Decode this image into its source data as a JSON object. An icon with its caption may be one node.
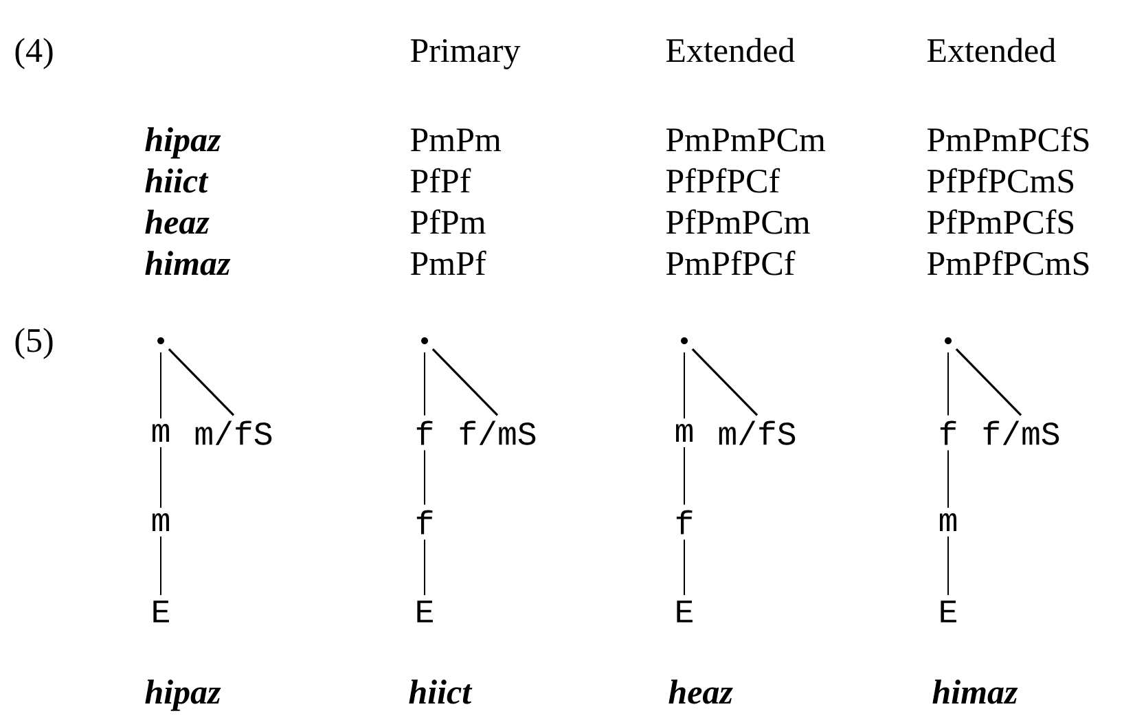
{
  "diagram": {
    "nodes": [
      {
        "text": [],
        "shape": "circle"
      },
      {
        "text": [
          "m"
        ]
      },
      {
        "text": [
          "m/fS"
        ]
      },
      {
        "text": [
          "m"
        ]
      },
      {
        "text": [
          "E"
        ]
      },
      {
        "text": [],
        "shape": "circle"
      },
      {
        "text": [
          "f"
        ]
      },
      {
        "text": [
          "f/mS"
        ]
      },
      {
        "text": [
          "f"
        ]
      },
      {
        "text": [
          "E"
        ]
      },
      {
        "text": [],
        "shape": "circle"
      },
      {
        "text": [
          "m"
        ]
      },
      {
        "text": [
          "m/fS"
        ]
      },
      {
        "text": [
          "f"
        ]
      },
      {
        "text": [
          "E"
        ]
      },
      {
        "text": [],
        "shape": "circle"
      },
      {
        "text": [
          "f"
        ]
      },
      {
        "text": [
          "f/mS"
        ]
      },
      {
        "text": [
          "m"
        ]
      },
      {
        "text": [
          "E"
        ]
      }
    ],
    "edges": [
      {
        "from": 0,
        "to": 1,
        "arrow": "none"
      },
      {
        "from": 0,
        "to": 2,
        "arrow": "none"
      },
      {
        "from": 1,
        "to": 3,
        "arrow": "none"
      },
      {
        "from": 3,
        "to": 4,
        "arrow": "none"
      },
      {
        "from": 5,
        "to": 6,
        "arrow": "none"
      },
      {
        "from": 5,
        "to": 7,
        "arrow": "none"
      },
      {
        "from": 6,
        "to": 8,
        "arrow": "none"
      },
      {
        "from": 8,
        "to": 9,
        "arrow": "none"
      },
      {
        "from": 10,
        "to": 11,
        "arrow": "none"
      },
      {
        "from": 10,
        "to": 12,
        "arrow": "none"
      },
      {
        "from": 11,
        "to": 13,
        "arrow": "none"
      },
      {
        "from": 13,
        "to": 14,
        "arrow": "none"
      },
      {
        "from": 15,
        "to": 16,
        "arrow": "none"
      },
      {
        "from": 15,
        "to": 17,
        "arrow": "none"
      },
      {
        "from": 16,
        "to": 18,
        "arrow": "none"
      },
      {
        "from": 18,
        "to": 19,
        "arrow": "none"
      }
    ],
    "labels": [
      "(4)",
      "Primary",
      "Extended",
      "Extended",
      "hipaz",
      "PmPm",
      "PmPmPCm",
      "PmPmPCfS",
      "hiict",
      "PfPf",
      "PfPfPCf",
      "PfPfPCmS",
      "heaz",
      "PfPm",
      "PfPmPCm",
      "PfPmPCfS",
      "himaz",
      "PmPf",
      "PmPfPCf",
      "PmPfPCmS",
      "(5)",
      "hipaz",
      "hiict",
      "heaz",
      "himaz"
    ]
  }
}
